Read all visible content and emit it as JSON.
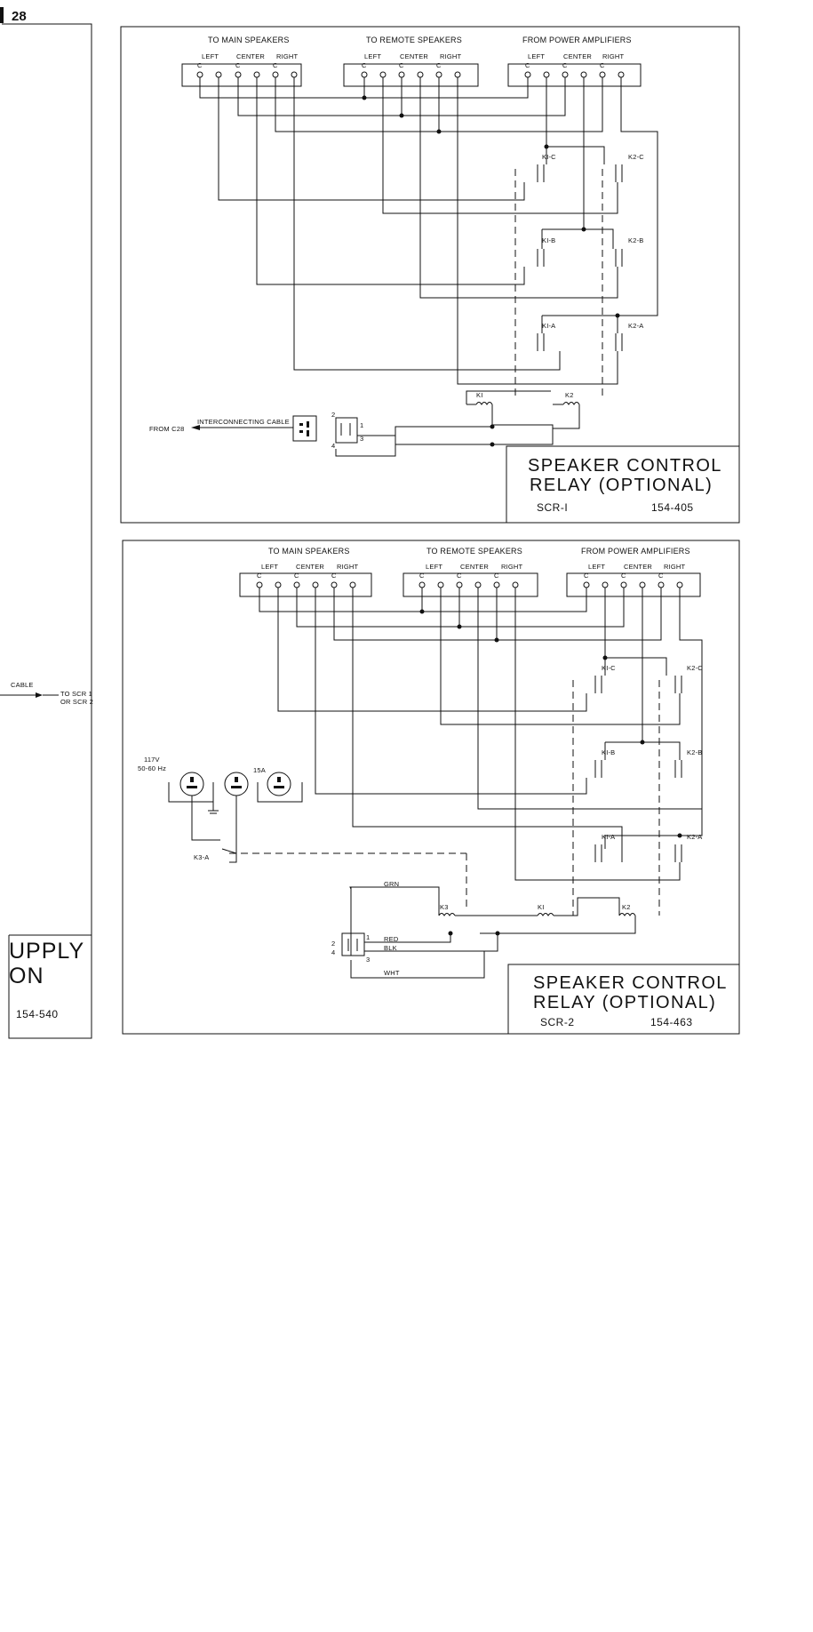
{
  "page_number": "28",
  "left_panel": {
    "cable_label": "CABLE",
    "to_label_1": "TO SCR 1",
    "to_label_2": "OR SCR 2",
    "title_1": "UPPLY",
    "title_2": "ON",
    "code": "154-540"
  },
  "scr1": {
    "groups": [
      "TO MAIN SPEAKERS",
      "TO REMOTE SPEAKERS",
      "FROM POWER AMPLIFIERS"
    ],
    "sub_left": "LEFT",
    "sub_center": "CENTER",
    "sub_right": "RIGHT",
    "common": "C",
    "relays": [
      "KI-C",
      "K2-C",
      "KI-B",
      "K2-B",
      "KI-A",
      "K2-A"
    ],
    "coils": [
      "KI",
      "K2"
    ],
    "from_label": "FROM C28",
    "cable_label": "INTERCONNECTING CABLE",
    "pins": [
      "2",
      "1",
      "4",
      "3"
    ],
    "title_1": "SPEAKER CONTROL",
    "title_2": "RELAY (OPTIONAL)",
    "model": "SCR-I",
    "code": "154-405"
  },
  "scr2": {
    "groups": [
      "TO MAIN SPEAKERS",
      "TO REMOTE SPEAKERS",
      "FROM POWER AMPLIFIERS"
    ],
    "sub_left": "LEFT",
    "sub_center": "CENTER",
    "sub_right": "RIGHT",
    "common": "C",
    "relays": [
      "KI-C",
      "K2-C",
      "KI-B",
      "K2-B",
      "KI-A",
      "K2-A"
    ],
    "coils": [
      "K3",
      "KI",
      "K2"
    ],
    "voltage_1": "117V",
    "voltage_2": "50-60 Hz",
    "fuse": "15A",
    "switch": "K3-A",
    "wires": [
      "GRN",
      "RED",
      "BLK",
      "WHT"
    ],
    "pins": [
      "2",
      "1",
      "4",
      "3"
    ],
    "title_1": "SPEAKER CONTROL",
    "title_2": "RELAY (OPTIONAL)",
    "model": "SCR-2",
    "code": "154-463"
  }
}
